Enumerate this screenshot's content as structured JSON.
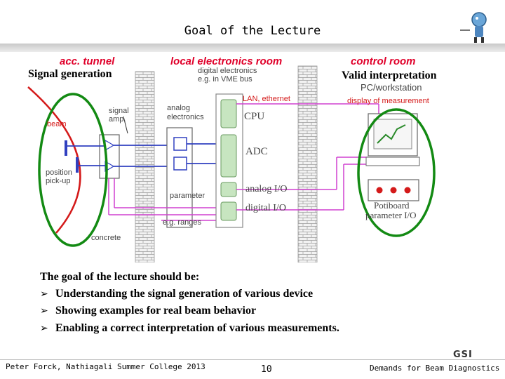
{
  "slide": {
    "title": "Goal of the Lecture",
    "logo_text": "GSI"
  },
  "diagram": {
    "headers": {
      "tunnel": "acc. tunnel",
      "local": "local electronics room",
      "control": "control room"
    },
    "overlays": {
      "signal_generation": "Signal generation",
      "valid_interpretation": "Valid interpretation"
    },
    "labels": {
      "beam": "beam",
      "signal_amp": [
        "signal",
        "amp."
      ],
      "position_pickup": [
        "position",
        "pick-up"
      ],
      "concrete": "concrete",
      "analog_electronics": [
        "analog",
        "electronics"
      ],
      "parameter": "parameter",
      "eg_ranges": "e.g. ranges",
      "digital_electronics": [
        "digital electronics",
        "e.g. in VME bus"
      ],
      "lan": "LAN, ethernet",
      "cpu": "CPU",
      "adc": "ADC",
      "analog_io": "analog I/O",
      "digital_io": "digital I/O",
      "pc_workstation": "PC/workstation",
      "display": "display of measurement",
      "potiboard": [
        "Potiboard",
        "parameter I/O"
      ]
    }
  },
  "content": {
    "intro": "The goal of the lecture should be:",
    "bullets": [
      "Understanding the signal generation of various device",
      "Showing examples for real beam behavior",
      "Enabling a correct interpretation of various measurements."
    ]
  },
  "footer": {
    "author": "Peter Forck, Nathiagali Summer College 2013",
    "page": "10",
    "topic": "Demands for Beam Diagnostics"
  }
}
